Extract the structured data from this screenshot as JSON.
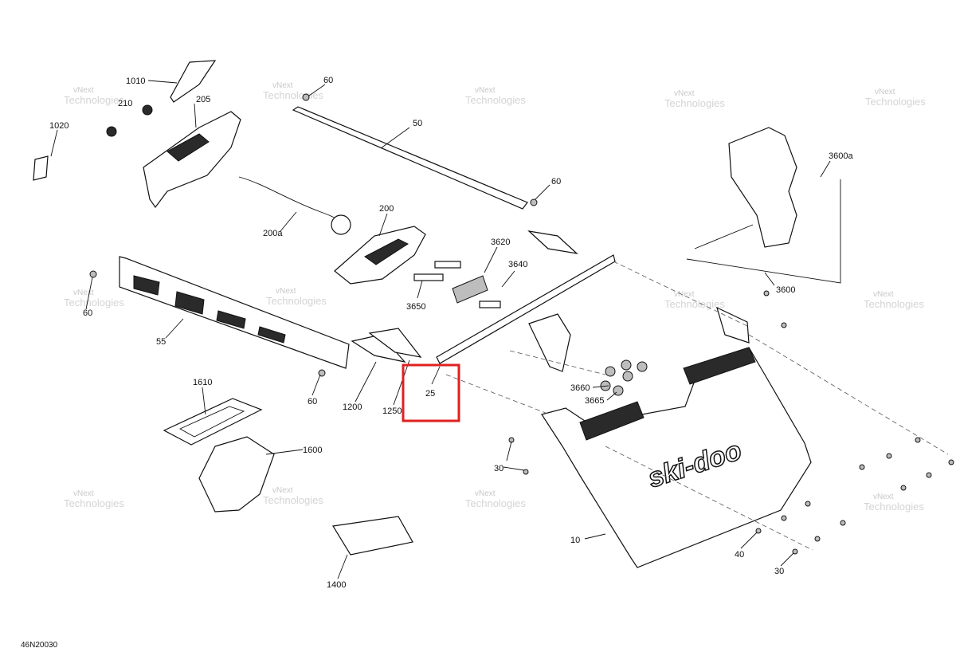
{
  "diagram": {
    "drawing_code": "46N20030",
    "watermark": {
      "line1": "vNext",
      "line2": "Technologies"
    },
    "callouts": [
      {
        "id": "1010",
        "label": "1010"
      },
      {
        "id": "210",
        "label": "210"
      },
      {
        "id": "205",
        "label": "205"
      },
      {
        "id": "1020",
        "label": "1020"
      },
      {
        "id": "60a",
        "label": "60"
      },
      {
        "id": "50",
        "label": "50"
      },
      {
        "id": "60b",
        "label": "60"
      },
      {
        "id": "3600a",
        "label": "3600a"
      },
      {
        "id": "200a",
        "label": "200a"
      },
      {
        "id": "200",
        "label": "200"
      },
      {
        "id": "3620",
        "label": "3620"
      },
      {
        "id": "3640",
        "label": "3640"
      },
      {
        "id": "3650",
        "label": "3650"
      },
      {
        "id": "3600",
        "label": "3600"
      },
      {
        "id": "60c",
        "label": "60"
      },
      {
        "id": "55",
        "label": "55"
      },
      {
        "id": "60d",
        "label": "60"
      },
      {
        "id": "1200",
        "label": "1200"
      },
      {
        "id": "1250",
        "label": "1250"
      },
      {
        "id": "25",
        "label": "25"
      },
      {
        "id": "3660",
        "label": "3660"
      },
      {
        "id": "3665",
        "label": "3665"
      },
      {
        "id": "1610",
        "label": "1610"
      },
      {
        "id": "1600",
        "label": "1600"
      },
      {
        "id": "30a",
        "label": "30"
      },
      {
        "id": "10",
        "label": "10"
      },
      {
        "id": "40",
        "label": "40"
      },
      {
        "id": "30b",
        "label": "30"
      },
      {
        "id": "1400",
        "label": "1400"
      }
    ],
    "highlighted_callout": "25",
    "brand_logo_text": "ski-doo",
    "colors": {
      "highlight": "#e02020",
      "line": "#111111",
      "watermark": "#c8c8c8"
    }
  }
}
